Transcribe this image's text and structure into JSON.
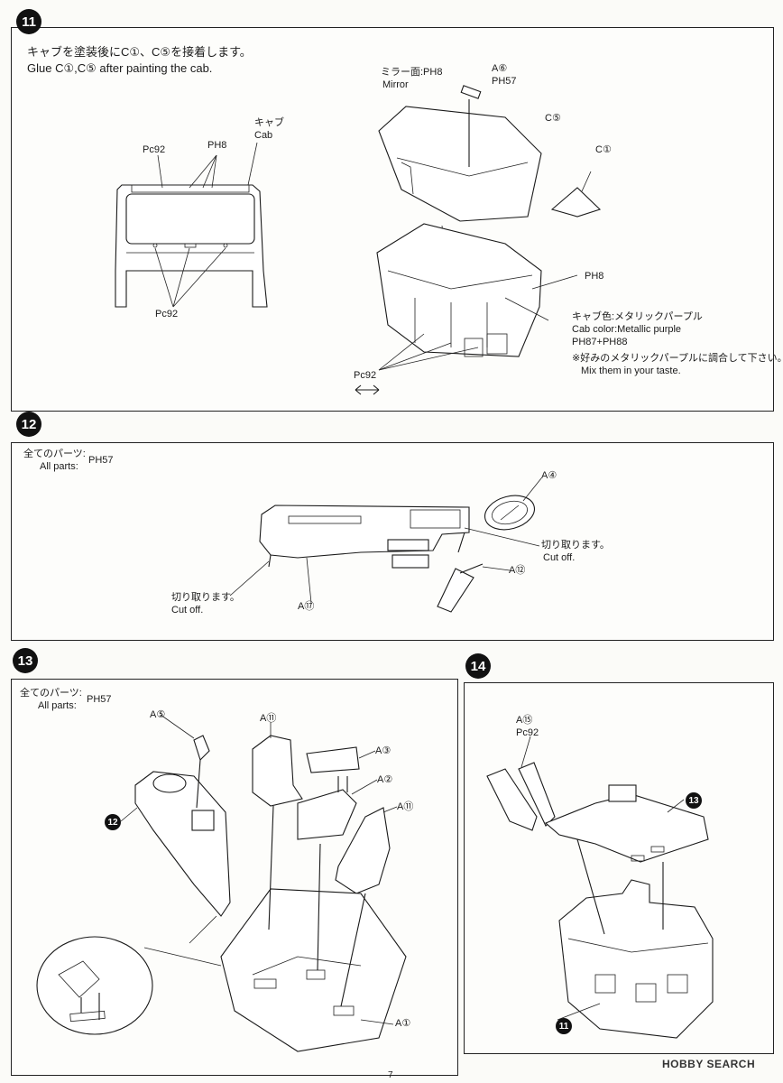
{
  "steps": {
    "s11": {
      "number": "11",
      "instr_jp": "キャブを塗装後にC①、C⑤を接着します。",
      "instr_en": "Glue C①,C⑤ after painting the cab.",
      "cab_jp": "キャブ",
      "cab_en": "Cab",
      "pc92_a": "Pc92",
      "ph8_a": "PH8",
      "pc92_b": "Pc92",
      "mirror_jp": "ミラー面:PH8",
      "mirror_en": "Mirror",
      "a6": "A⑥",
      "ph57": "PH57",
      "c5": "C⑤",
      "c1": "C①",
      "ph8_b": "PH8",
      "color_jp": "キャブ色:メタリックパープル",
      "color_en": "Cab color:Metallic purple",
      "color_mix": "PH87+PH88",
      "note_jp": "※好みのメタリックパープルに調合して下さい。",
      "note_en": "Mix them in your taste.",
      "pc92_c": "Pc92"
    },
    "s12": {
      "number": "12",
      "all_jp": "全てのパーツ:",
      "all_en": "All parts:",
      "all_code": "PH57",
      "a4": "A④",
      "cut_jp_r": "切り取ります。",
      "cut_en_r": "Cut off.",
      "a12": "A⑫",
      "cut_jp_l": "切り取ります。",
      "cut_en_l": "Cut off.",
      "a17": "A⑰"
    },
    "s13": {
      "number": "13",
      "all_jp": "全てのパーツ:",
      "all_en": "All parts:",
      "all_code": "PH57",
      "a5": "A⑤",
      "a11_top": "A⑪",
      "a3": "A③",
      "a2": "A②",
      "a11_right": "A⑪",
      "ref12": "12",
      "a1": "A①"
    },
    "s14": {
      "number": "14",
      "a15": "A⑮",
      "pc92": "Pc92",
      "ref13": "13",
      "ref11": "11"
    }
  },
  "footer": {
    "page_number": "7",
    "logo": "HOBBY SEARCH"
  }
}
